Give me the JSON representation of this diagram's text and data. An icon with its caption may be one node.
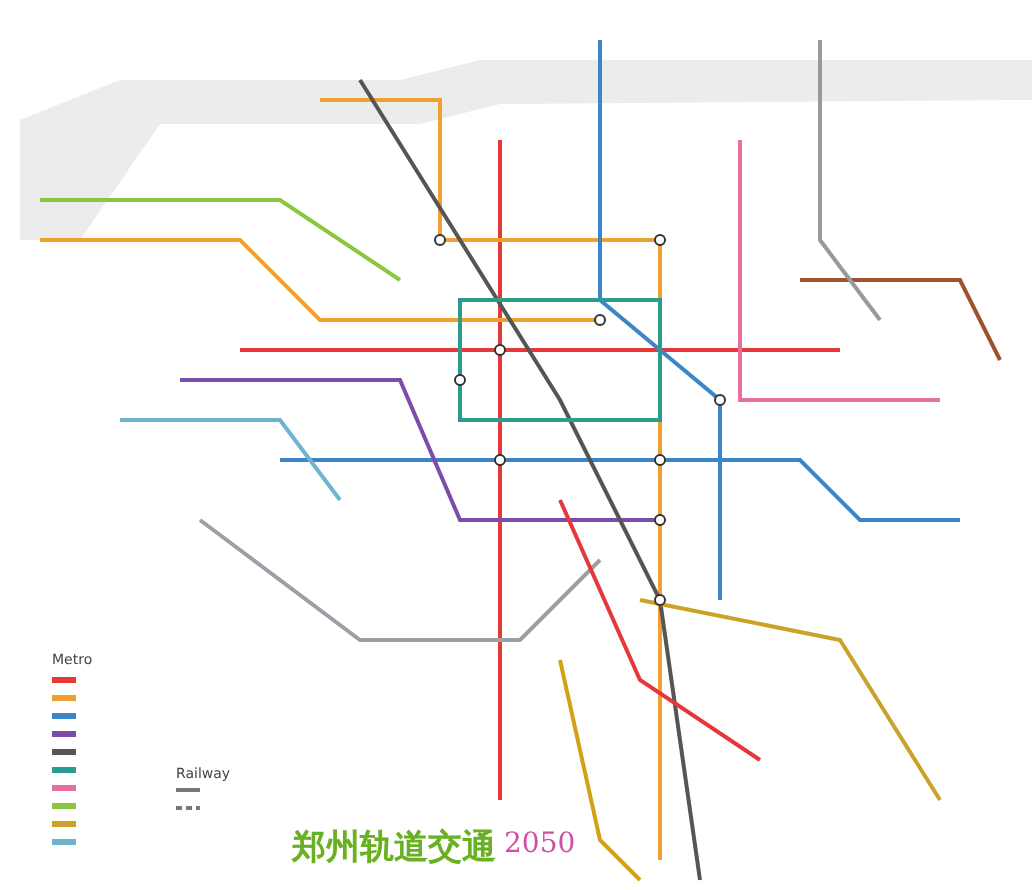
{
  "diagram": {
    "title": "郑州轨道交通",
    "labels": [
      "2050",
      "Metro",
      "Railway"
    ]
  }
}
